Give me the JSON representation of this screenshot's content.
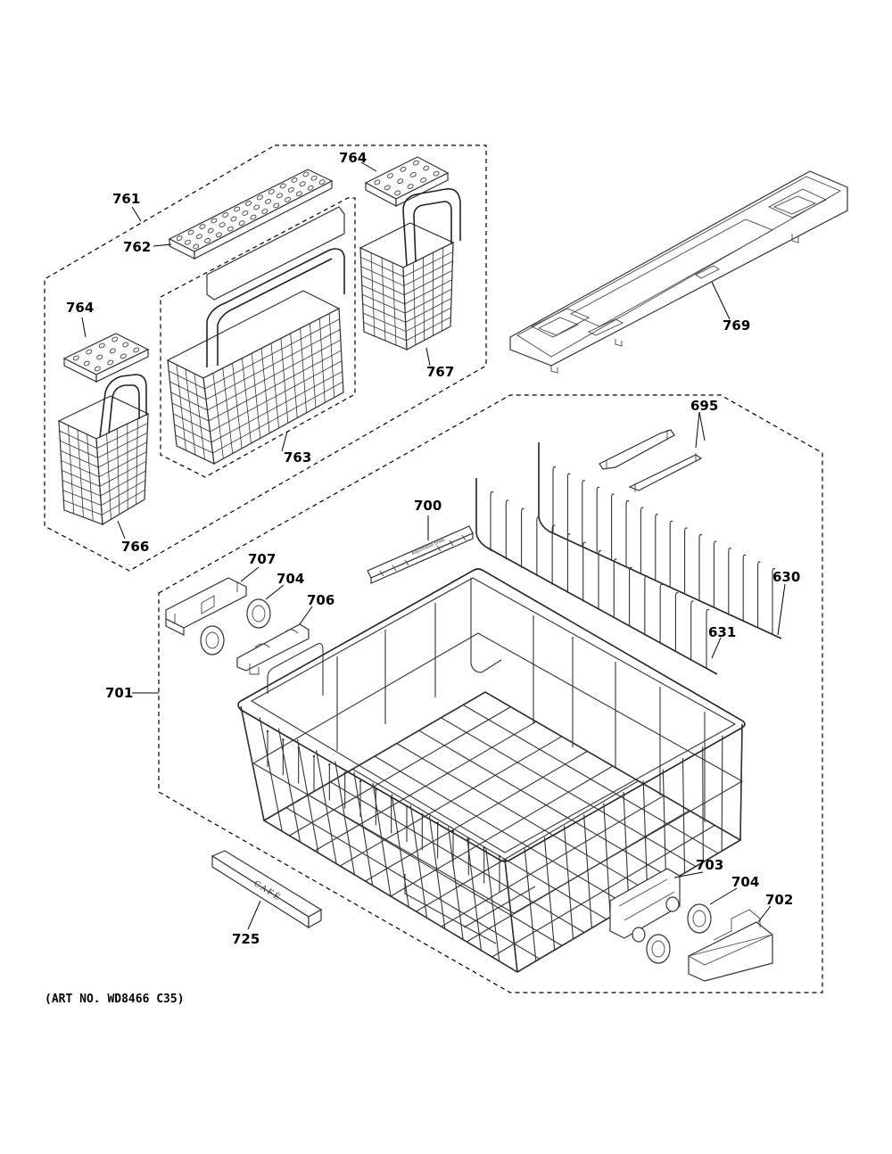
{
  "diagram": {
    "part_labels": {
      "p761": "761",
      "p762": "762",
      "p763": "763",
      "p764a": "764",
      "p764b": "764",
      "p766": "766",
      "p767": "767",
      "p769": "769",
      "p695": "695",
      "p700": "700",
      "p707": "707",
      "p704a": "704",
      "p706": "706",
      "p630": "630",
      "p631": "631",
      "p701": "701",
      "p703": "703",
      "p704b": "704",
      "p702": "702",
      "p725": "725"
    },
    "brand_mark": "CAFÉ",
    "art_number": "(ART NO. WD8466 C35)"
  }
}
